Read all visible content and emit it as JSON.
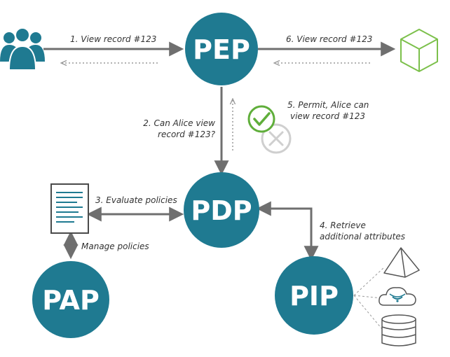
{
  "colors": {
    "node": "#1f7a91",
    "arrow": "#6f6f6f",
    "dotted": "#9a9a9a",
    "user": "#1f7a91",
    "cube": "#7cc04b",
    "permit": "#5fae3a",
    "deny": "#c8c8c8",
    "doc_lines": "#1f7a91"
  },
  "nodes": {
    "pep": "PEP",
    "pdp": "PDP",
    "pap": "PAP",
    "pip": "PIP"
  },
  "icons": {
    "user_group": "users-icon",
    "resource": "cube-icon",
    "permit": "check-circle-icon",
    "deny": "x-circle-icon",
    "policy_doc": "document-icon",
    "pyramid": "pyramid-icon",
    "cloud": "cloud-icon",
    "database": "database-icon"
  },
  "labels": {
    "step1": "1. View record #123",
    "step2_line1": "2. Can Alice view",
    "step2_line2": "record #123?",
    "step3": "3. Evaluate policies",
    "step4_line1": "4. Retrieve",
    "step4_line2": "additional attributes",
    "step5_line1": "5. Permit, Alice can",
    "step5_line2": "view record #123",
    "step6": "6. View record #123",
    "manage": "Manage policies"
  }
}
